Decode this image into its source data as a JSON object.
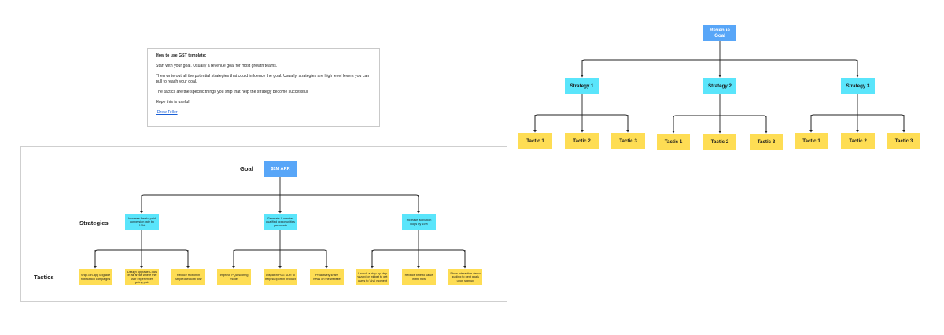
{
  "instructions": {
    "title": "How to use GST template:",
    "paragraphs": [
      "Start with your goal. Usually a revenue goal for most growth teams.",
      "Then write out all the potential strategies that could influence the goal. Usually, strategies are high level levers you can pull to reach your goal.",
      "The tactics are the specific things you ship that help the strategy become successful.",
      "Hope this is useful!"
    ],
    "signature": "-Drew Teller"
  },
  "example": {
    "row_labels": {
      "goal": "Goal",
      "strategies": "Strategies",
      "tactics": "Tactics"
    },
    "goal": "$1M ARR",
    "strategies": [
      {
        "label": "Increase free to paid conversion rate by 10%",
        "tactics": [
          "Ship 3 in-app upgrade notification campaigns",
          "Design upgrade CTAs in all areas where the user experiences gating pain",
          "Reduce friction in Stripe checkout flow"
        ]
      },
      {
        "label": "Generate X number qualified opportunities per month",
        "tactics": [
          "Improve PQA scoring model",
          "Dispatch PLG SDR to help support in product",
          "Proactively share news on the website"
        ]
      },
      {
        "label": "Increase activation loops by 15%",
        "tactics": [
          "Launch a step-by-step wizard or widget to get users to 'aha' moment",
          "Reduce time to value in the flow",
          "Show interactive demo guiding to next goals upon sign up"
        ]
      }
    ]
  },
  "template": {
    "goal": "Revenue Goal",
    "strategies": [
      {
        "label": "Strategy 1",
        "tactics": [
          "Tactic 1",
          "Tactic 2",
          "Tactic 3"
        ]
      },
      {
        "label": "Strategy 2",
        "tactics": [
          "Tactic 1",
          "Tactic 2",
          "Tactic 3"
        ]
      },
      {
        "label": "Strategy 3",
        "tactics": [
          "Tactic 1",
          "Tactic 2",
          "Tactic 3"
        ]
      }
    ]
  },
  "colors": {
    "goal": "#58a6f8",
    "strategy": "#5ae5fb",
    "tactic": "#fedd54",
    "connector": "#222222"
  }
}
